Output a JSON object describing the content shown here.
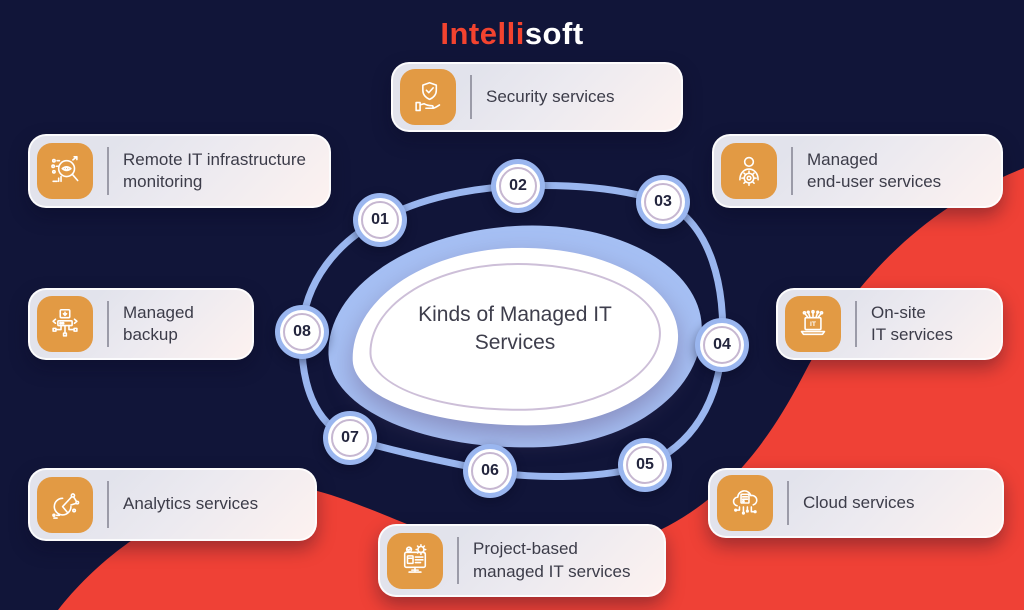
{
  "logo": {
    "brand_part1": "Intelli",
    "brand_part2": "soft"
  },
  "center_title": "Kinds of Managed IT\nServices",
  "steps": [
    "01",
    "02",
    "03",
    "04",
    "05",
    "06",
    "07",
    "08"
  ],
  "cards": [
    {
      "label": "Security services",
      "icon": "shield-hand-icon",
      "icon_ref": "#sym-shield-hand"
    },
    {
      "label": "Remote IT infrastructure\nmonitoring",
      "icon": "monitoring-magnifier-icon",
      "icon_ref": "#sym-monitoring"
    },
    {
      "label": "Managed\nend-user services",
      "icon": "user-gear-icon",
      "icon_ref": "#sym-user-gear"
    },
    {
      "label": "Managed\nbackup",
      "icon": "backup-flow-icon",
      "icon_ref": "#sym-backup"
    },
    {
      "label": "On-site\nIT services",
      "icon": "laptop-it-icon",
      "icon_ref": "#sym-laptop"
    },
    {
      "label": "Analytics services",
      "icon": "analytics-pie-icon",
      "icon_ref": "#sym-analytics"
    },
    {
      "label": "Cloud services",
      "icon": "cloud-server-icon",
      "icon_ref": "#sym-cloud"
    },
    {
      "label": "Project-based\nmanaged IT services",
      "icon": "monitor-gear-icon",
      "icon_ref": "#sym-monitor"
    }
  ],
  "colors": {
    "background_navy": "#111539",
    "accent_red": "#ef4136",
    "ring_blue": "#9ab6ef",
    "blob_blue": "#a6c0f4",
    "icon_orange": "#e29a44",
    "card_text": "#3c3c49",
    "logo_red": "#f3432f"
  }
}
